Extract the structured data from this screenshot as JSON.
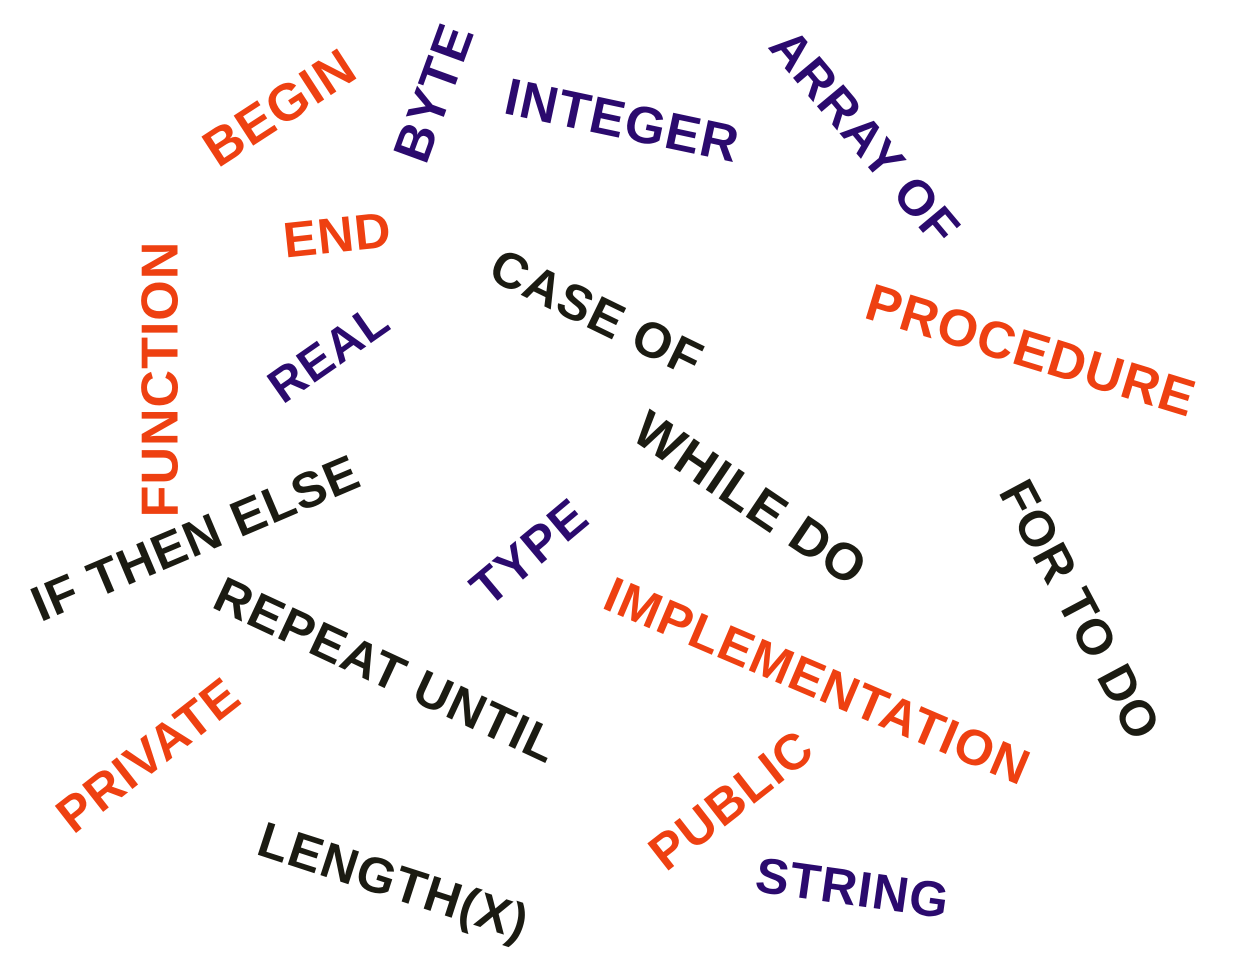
{
  "colors": {
    "orange": "#ee4011",
    "purple": "#2b0a6e",
    "dark": "#1b1b12"
  },
  "words": {
    "begin": "BEGIN",
    "byte": "BYTE",
    "integer": "INTEGER",
    "array_of": "ARRAY OF",
    "end": "END",
    "function": "FUNCTION",
    "case_of": "CASE OF",
    "procedure": "PROCEDURE",
    "real": "REAL",
    "while_do": "WHILE DO",
    "for_to_do": "FOR TO DO",
    "if_then_else": "IF THEN ELSE",
    "type": "TYPE",
    "implementation": "IMPLEMENTATION",
    "repeat_until": "REPEAT UNTIL",
    "private": "PRIVATE",
    "public": "PUBLIC",
    "length": "LENGTH(X)",
    "string": "STRING"
  }
}
